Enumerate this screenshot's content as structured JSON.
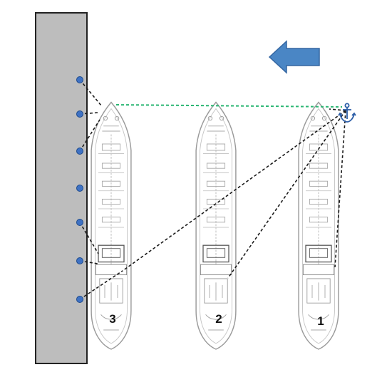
{
  "colors": {
    "quay_fill": "#bdbdbd",
    "quay_stroke": "#222222",
    "bollard": "#3f72c4",
    "arrow": "#4a86c5",
    "arrow_stroke": "#3466a2",
    "mooring_line": "#1a1a1a",
    "bow_line": "#2bb673",
    "anchor": "#2e5fa8",
    "ship_outline": "#9a9a9a"
  },
  "icons": {
    "direction": "left-arrow-icon",
    "anchor": "anchor-icon",
    "bollard": "bollard-icon"
  },
  "ships": [
    {
      "label": "3"
    },
    {
      "label": "2"
    },
    {
      "label": "1"
    }
  ]
}
